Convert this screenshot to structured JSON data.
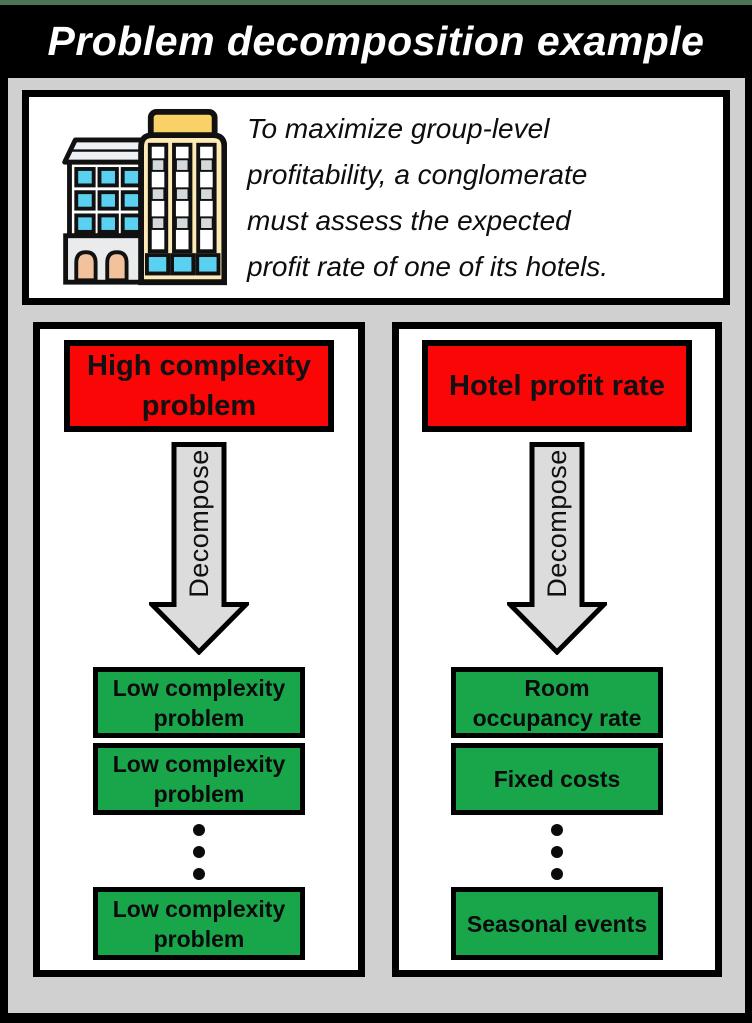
{
  "title": "Problem decomposition example",
  "intro": {
    "text": "To maximize group-level\nprofitability, a conglomerate\nmust assess the expected\nprofit rate of one of its hotels.",
    "icon": "hotel-buildings"
  },
  "panels": {
    "generic": {
      "problem": "High complexity\nproblem",
      "arrow_label": "Decompose",
      "subproblems": [
        "Low complexity\nproblem",
        "Low complexity\nproblem",
        "Low complexity\nproblem"
      ],
      "ellipsis_icon": "vertical-ellipsis"
    },
    "hotel": {
      "problem": "Hotel profit rate",
      "arrow_label": "Decompose",
      "subproblems": [
        "Room\noccupancy rate",
        "Fixed costs",
        "Seasonal events"
      ],
      "ellipsis_icon": "vertical-ellipsis"
    }
  },
  "icons": {
    "intro": "hotel-buildings",
    "arrow": "decompose-down-arrow",
    "ellipsis": "vertical-ellipsis"
  },
  "colors": {
    "problem_red": "#fa0606",
    "sub_green": "#19a64b",
    "arrow_fill": "#dcdcdc",
    "canvas_gray": "#d1d0d1",
    "top_strip_green": "#4d7457",
    "frame_black": "#000000",
    "box_white": "#ffffff"
  }
}
